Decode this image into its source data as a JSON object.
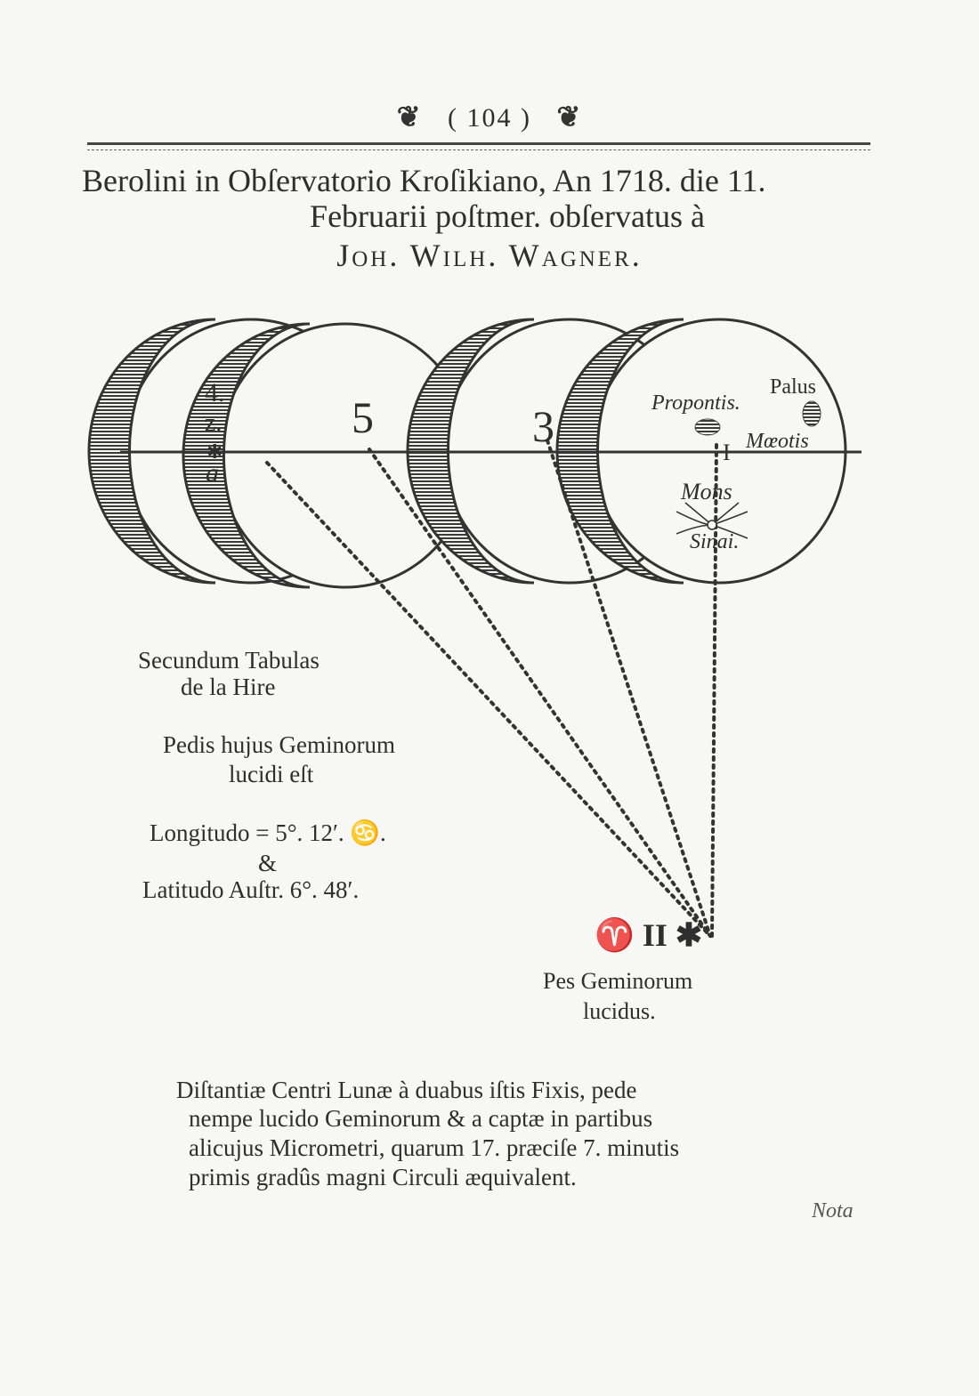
{
  "header": {
    "ornament_left": "❦",
    "page_number": "( 104 )",
    "ornament_right": "❦"
  },
  "title": {
    "line1": "Berolini in Obſervatorio Kroſikiano, An 1718. die 11.",
    "line2": "Februarii poſtmer. obſervatus à",
    "line3": "Joh. Wilh. Wagner."
  },
  "diagram": {
    "moon_labels": [
      "4.",
      "5",
      "3"
    ],
    "star_label_z": "z.",
    "star_a_label": "a",
    "star_symbol": "✱",
    "features": {
      "propontis": "Propontis.",
      "palus": "Palus",
      "maeotis": "Mœotis",
      "marker_1": "I",
      "mons": "Mons",
      "sinai": "Sinai."
    },
    "target_star_symbol": "♈ II ✱"
  },
  "notes": {
    "tabulas_line1": "Secundum  Tabulas",
    "tabulas_line2": "de la Hire",
    "pedis_line1": "Pedis hujus Geminorum",
    "pedis_line2": "lucidi eſt",
    "longitudo": "Longitudo = 5°. 12′. ♋.",
    "et": "&",
    "latitudo": "Latitudo Auſtr.  6°.  48′."
  },
  "star_caption": {
    "line1": "Pes Geminorum",
    "line2": "lucidus."
  },
  "caption": {
    "line1": "Diſtantiæ Centri Lunæ à duabus iſtis Fixis, pede",
    "line2": "nempe lucido Geminorum & a captæ in partibus",
    "line3": "alicujus Micrometri, quarum 17. præciſe 7. minutis",
    "line4": "primis gradûs magni Circuli æquivalent."
  },
  "catchword": "Nota"
}
